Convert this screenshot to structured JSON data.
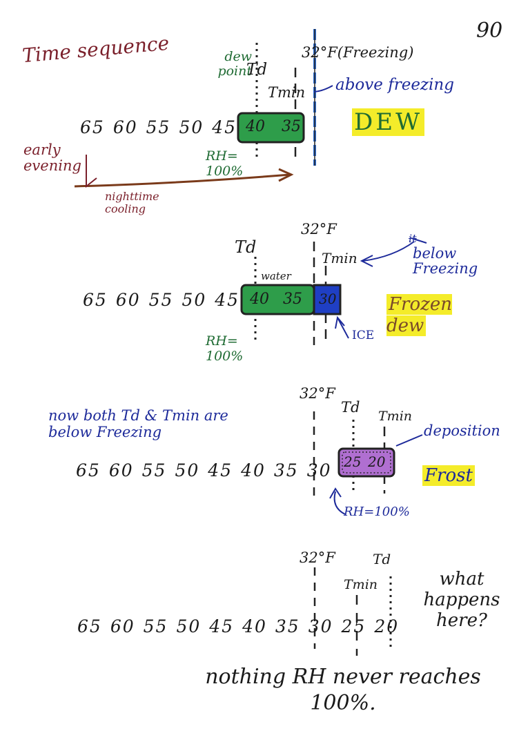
{
  "page_number": "90",
  "panels": [
    {
      "title": "Time sequence",
      "dew_point_label": "dew point",
      "td": "Td",
      "freezing_label": "32°F(Freezing)",
      "tmin": "Tmin",
      "tmin_note": "above freezing",
      "scale": [
        "65",
        "60",
        "55",
        "50",
        "45"
      ],
      "box_values": [
        "40",
        "35"
      ],
      "result": "DEW",
      "rh": "RH= 100%",
      "time_note": "early evening",
      "cooling_note": "nighttime cooling",
      "colors": {
        "box": "#2e9d4a",
        "freezing_line": "#2e6fd6",
        "highlight": "#f4ec2a"
      }
    },
    {
      "freezing_label": "32°F",
      "td": "Td",
      "tmin": "Tmin",
      "tmin_note_crossed": "it",
      "tmin_note": "below Freezing",
      "water_label": "water",
      "scale": [
        "65",
        "60",
        "55",
        "50",
        "45"
      ],
      "box_values": [
        "40",
        "35",
        "30"
      ],
      "result": "Frozen dew",
      "ice_label": "ICE",
      "rh": "RH= 100%",
      "colors": {
        "box": "#2e9d4a",
        "ice": "#1f3fc4",
        "highlight": "#f4ec2a"
      }
    },
    {
      "freezing_label": "32°F",
      "note": "now both Td & Tmin are below Freezing",
      "td": "Td",
      "tmin": "Tmin",
      "scale": [
        "65",
        "60",
        "55",
        "50",
        "45",
        "40",
        "35",
        "30"
      ],
      "box_values": [
        "25",
        "20"
      ],
      "deposition": "deposition",
      "result": "Frost",
      "rh": "RH=100%",
      "colors": {
        "box": "#b06fd1",
        "highlight": "#f4ec2a"
      }
    },
    {
      "freezing_label": "32°F",
      "tmin": "Tmin",
      "td": "Td",
      "scale": [
        "65",
        "60",
        "55",
        "50",
        "45",
        "40",
        "35",
        "30",
        "25",
        "20"
      ],
      "question": "what happens here?",
      "answer": "nothing RH never reaches 100%."
    }
  ]
}
